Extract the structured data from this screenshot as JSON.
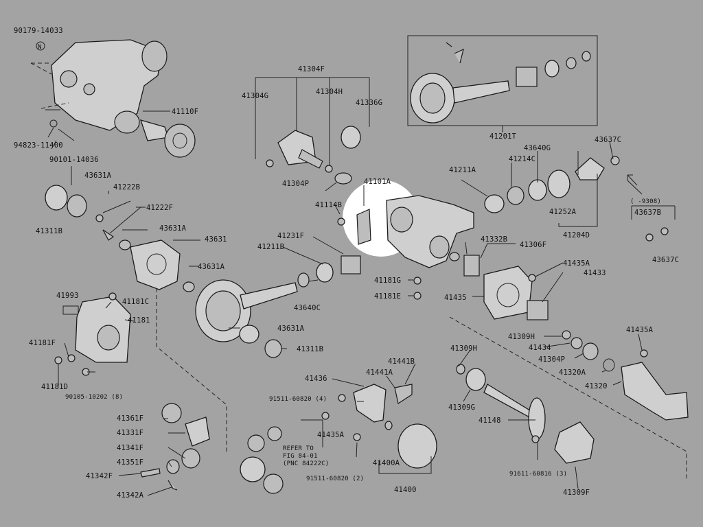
{
  "diagram": {
    "title": "Rear axle housing & differential exploded view",
    "callouts": [
      "90179-14033",
      "N",
      "94823-11400",
      "90101-14036",
      "41110F",
      "41304F",
      "41304G",
      "41304H",
      "41336G",
      "41304P",
      "41201T",
      "43637C",
      "41211A",
      "41214C",
      "43640G",
      "41252A",
      "41204D",
      "43631A",
      "41222B",
      "41222F",
      "41311B",
      "43631A",
      "43631",
      "43631A",
      "41101A",
      "41114B",
      "41231F",
      "41211B",
      "43640C",
      "43631A",
      "41311B",
      "41332B",
      "41306F",
      "41181G",
      "41181E",
      "41435A",
      "41433",
      "41435",
      "41993",
      "41181C",
      "41181",
      "41181F",
      "41181D",
      "90105-10202 (8)",
      "41309H",
      "41434",
      "41304P",
      "41320A",
      "41435A",
      "41320",
      "41436",
      "41441A",
      "41441B",
      "91511-60820 (4)",
      "41435A",
      "REFER TO",
      "FIG 84-01",
      "(PNC 84222C)",
      "41400A",
      "91511-60820 (2)",
      "41400",
      "41309H",
      "41309G",
      "41148",
      "91611-60816 (3)",
      "41309F",
      "41361F",
      "41331F",
      "41341F",
      "41351F",
      "41342F",
      "41342A",
      "(     -9308)",
      "43637B",
      "43637C"
    ]
  }
}
